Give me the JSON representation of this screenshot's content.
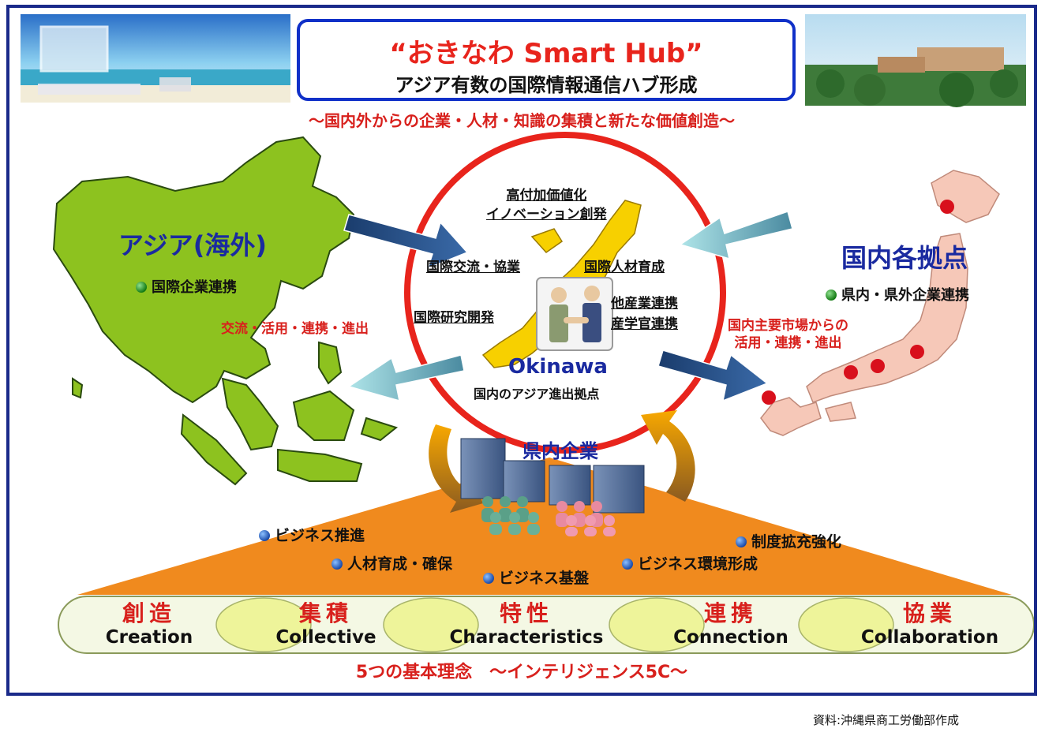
{
  "title": {
    "main": "“おきなわ Smart Hub”",
    "sub": "アジア有数の国際情報通信ハブ形成",
    "tagline": "～国内外からの企業・人材・知識の集積と新たな価値創造～"
  },
  "asia": {
    "label": "アジア(海外)",
    "bullet": "国際企業連携",
    "flow": "交流・活用・連携・進出"
  },
  "japan": {
    "label": "国内各拠点",
    "bullet": "県内・県外企業連携",
    "flow_line1": "国内主要市場からの",
    "flow_line2": "活用・連携・進出"
  },
  "okinawa": {
    "top_line1": "高付加価値化",
    "top_line2": "イノベーション創発",
    "left_upper": "国際交流・協業",
    "right_upper": "国際人材育成",
    "left_lower": "国際研究開発",
    "right_lower_1": "他産業連携",
    "right_lower_2": "産学官連携",
    "name": "Okinawa",
    "caption": "国内のアジア進出拠点"
  },
  "local": {
    "label": "県内企業",
    "items": [
      "ビジネス推進",
      "人材育成・確保",
      "ビジネス基盤",
      "ビジネス環境形成",
      "制度拡充強化"
    ]
  },
  "principles": {
    "items": [
      {
        "jp": "創造",
        "en": "Creation"
      },
      {
        "jp": "集積",
        "en": "Collective"
      },
      {
        "jp": "特性",
        "en": "Characteristics"
      },
      {
        "jp": "連携",
        "en": "Connection"
      },
      {
        "jp": "協業",
        "en": "Collaboration"
      }
    ],
    "caption": "5つの基本理念　～インテリジェンス5C～"
  },
  "credit": "資料:沖縄県商工労働部作成",
  "colors": {
    "frame": "#1a2a8a",
    "title_red": "#e8241c",
    "asia_green": "#8dc21f",
    "japan_pink": "#f6c8b8",
    "okinawa_yellow": "#f7d000",
    "ring_red": "#e8241c",
    "pyramid_orange": "#f08a1e"
  }
}
